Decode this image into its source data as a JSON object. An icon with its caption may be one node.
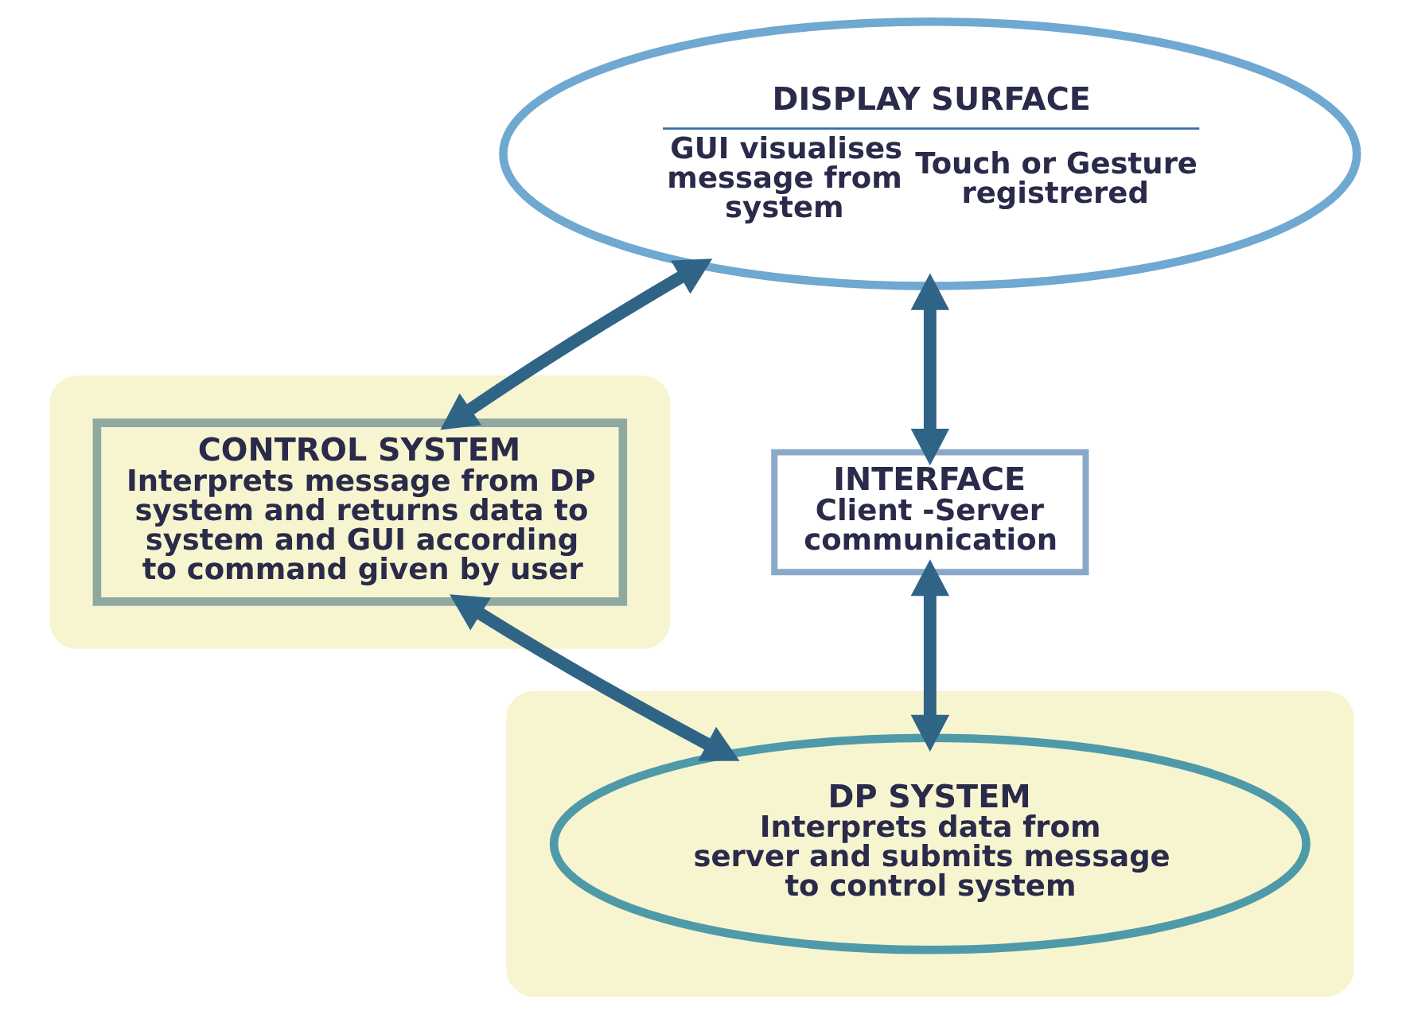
{
  "diagram": {
    "nodes": [
      {
        "text": [
          "DISPLAY SURFACE",
          "GUI visualises message from system",
          "Touch or Gesture registrered"
        ]
      },
      {
        "text": [],
        "shape": "ellipse"
      },
      {
        "text": [
          "CONTROL SYSTEM",
          "Interprets message from DP system and returns data to system and GUI according to command given by user"
        ],
        "in": 1
      },
      {
        "text": [
          "INTERFACE",
          "Client -Server communication"
        ]
      },
      {
        "text": [],
        "shape": "ellipse"
      },
      {
        "text": [
          "DP SYSTEM",
          "Interprets data from server and submits message to control system"
        ],
        "in": 4
      }
    ],
    "edges": [
      {
        "from": 0,
        "to": 3,
        "arrow": "both"
      },
      {
        "from": 3,
        "to": 5,
        "arrow": "both"
      },
      {
        "from": 5,
        "to": 2,
        "arrow": "both"
      },
      {
        "from": 2,
        "to": 0,
        "arrow": "both"
      }
    ]
  }
}
